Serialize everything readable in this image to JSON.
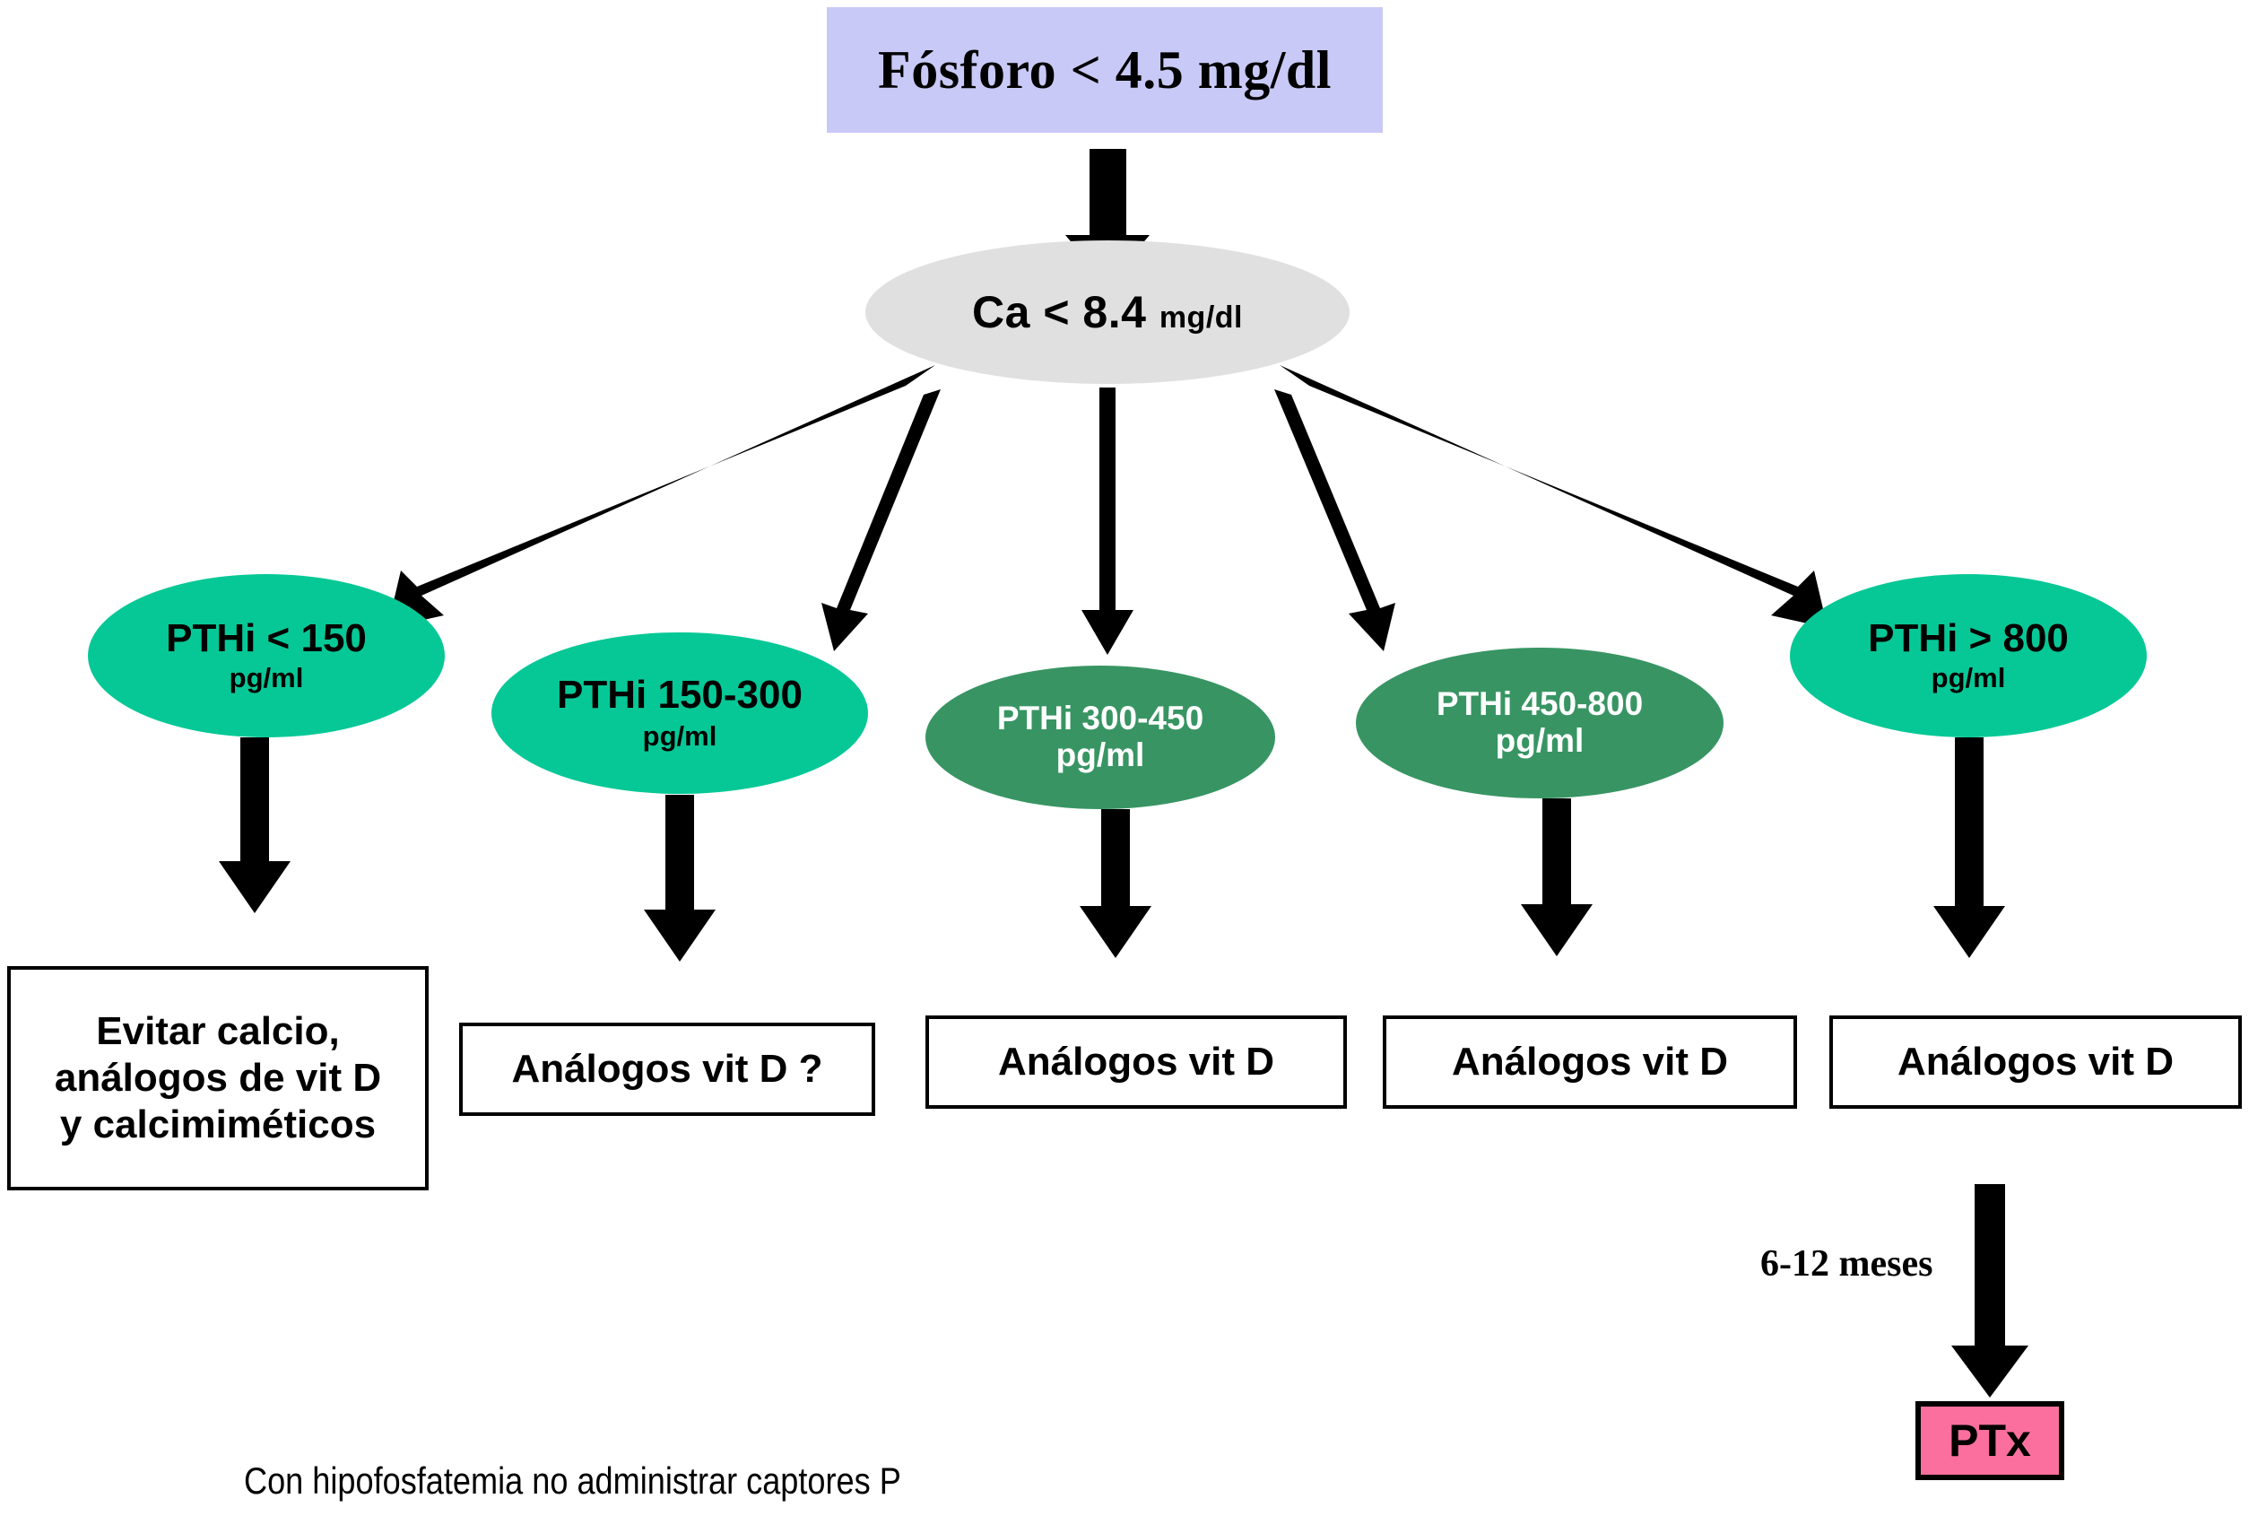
{
  "diagram": {
    "title_node": {
      "label": "Fósforo < 4.5 mg/dl",
      "color": "#c9c9f7"
    },
    "decision_node": {
      "label_main": "Ca < 8.4 ",
      "label_unit": "mg/dl",
      "color": "#e0e0e0"
    },
    "pthi_nodes": [
      {
        "main": "PTHi < 150",
        "sub": "pg/ml",
        "color": "#06c896"
      },
      {
        "main": "PTHi  150-300",
        "sub": "pg/ml",
        "color": "#06c896"
      },
      {
        "main": "PTHi 300-450",
        "sub": "pg/ml",
        "color": "#389563"
      },
      {
        "main": "PTHi 450-800",
        "sub": "pg/ml",
        "color": "#389563"
      },
      {
        "main": "PTHi  > 800",
        "sub": "pg/ml",
        "color": "#06c896"
      }
    ],
    "treatment_boxes": [
      {
        "line1": "Evitar calcio,",
        "line2": "análogos de vit D",
        "line3": "y calcimiméticos"
      },
      {
        "line1": "Análogos vit D  ?",
        "line2": "",
        "line3": ""
      },
      {
        "line1": "Análogos vit D",
        "line2": "",
        "line3": ""
      },
      {
        "line1": "Análogos  vit D",
        "line2": "",
        "line3": ""
      },
      {
        "line1": "Análogos vit D",
        "line2": "",
        "line3": ""
      }
    ],
    "followup_label": "6-12 meses",
    "ptx_node": {
      "label": "PTx",
      "color": "#fa6f9e"
    },
    "footnote": "Con hipofosfatemia no administrar captores P"
  }
}
